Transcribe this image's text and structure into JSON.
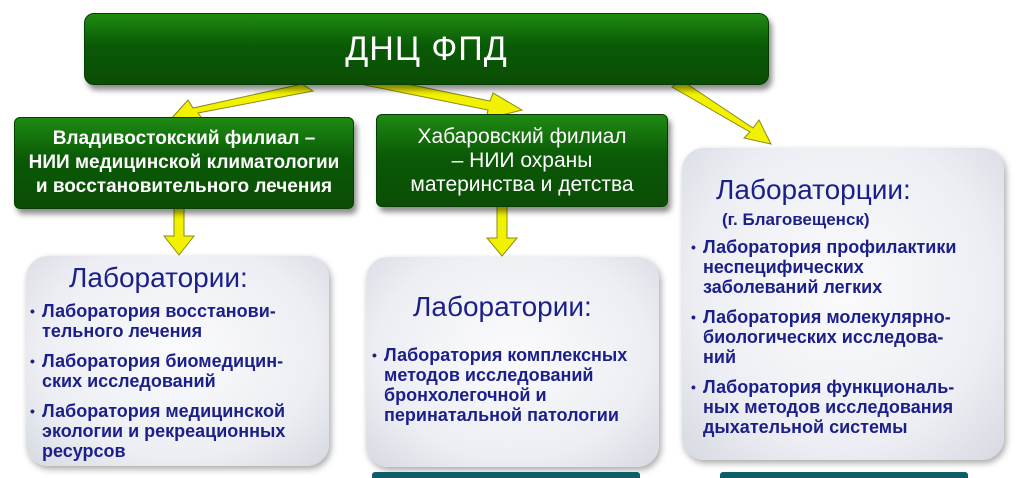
{
  "top_box": {
    "label": "ДНЦ ФПД"
  },
  "branches": [
    {
      "label": "Владивостокский филиал –\nНИИ медицинской климатологии\nи восстановительного лечения"
    },
    {
      "label": "Хабаровский филиал\n– НИИ охраны\nматеринства  и детства"
    }
  ],
  "lab_panels": [
    {
      "title": "Лаборатории:",
      "items": [
        "Лаборатория восстанови-\nтельного   лечения",
        "Лаборатория биомедицин-\nских  исследований",
        "Лаборатория медицинской\nэкологии и рекреационных\nресурсов"
      ]
    },
    {
      "title": "Лаборатории:",
      "items": [
        "Лаборатория комплексных\nметодов исследований\nбронхолегочной и\nперинатальной патологии"
      ]
    },
    {
      "title": "Лабораторции:",
      "subtitle": "(г. Благовещенск)",
      "items": [
        "Лаборатория профилактики\nнеспецифических\nзаболеваний легких",
        "Лаборатория молекулярно-\nбиологических исследова-\nний",
        "Лаборатория функциональ-\nных методов исследования\nдыхательной системы"
      ]
    }
  ],
  "colors": {
    "green": "#0b5a07",
    "arrow_fill": "#f2f200",
    "text_blue": "#1b1f8a"
  }
}
